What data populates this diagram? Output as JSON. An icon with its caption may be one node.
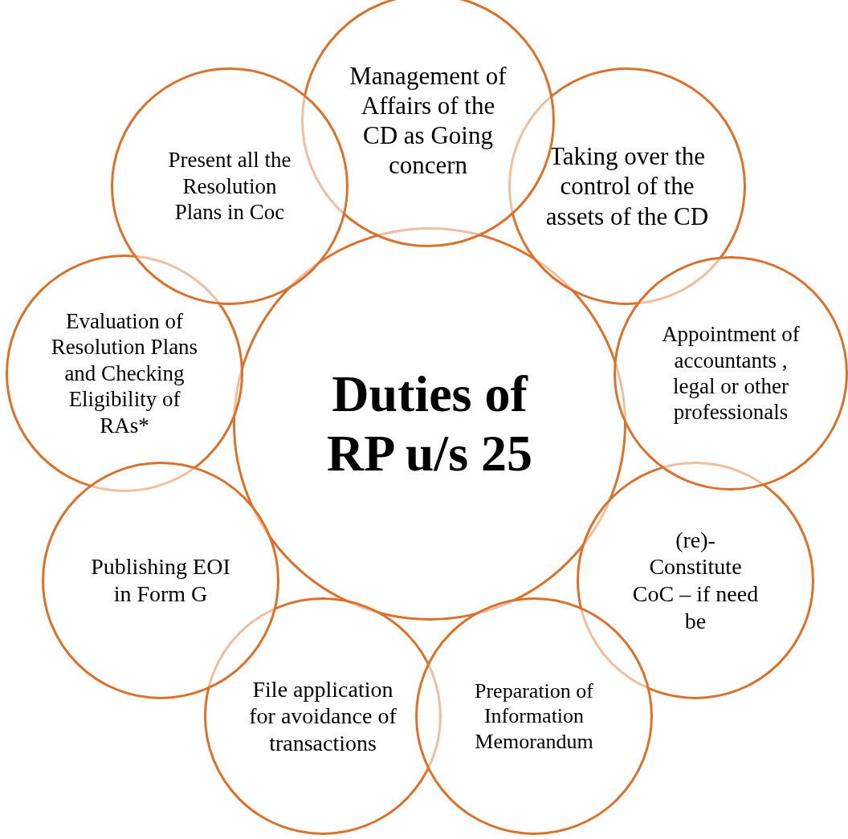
{
  "diagram": {
    "nodes": [
      {
        "text": [
          "Duties of RP u/s 25"
        ]
      },
      {
        "text": [
          "Management of Affairs of the CD as Going concern"
        ]
      },
      {
        "text": [
          "Taking over the control of the assets of the CD"
        ]
      },
      {
        "text": [
          "Appointment of accountants , legal or other professionals"
        ]
      },
      {
        "text": [
          "(re)-Constitute CoC – if need be"
        ]
      },
      {
        "text": [
          "Preparation of Information Memorandum"
        ]
      },
      {
        "text": [
          "File application for avoidance of transactions"
        ]
      },
      {
        "text": [
          "Publishing EOI in Form G"
        ]
      },
      {
        "text": [
          "Evaluation of Resolution Plans and Checking Eligibility of RAs*"
        ]
      },
      {
        "text": [
          "Present all the Resolution Plans in Coc"
        ]
      }
    ]
  }
}
